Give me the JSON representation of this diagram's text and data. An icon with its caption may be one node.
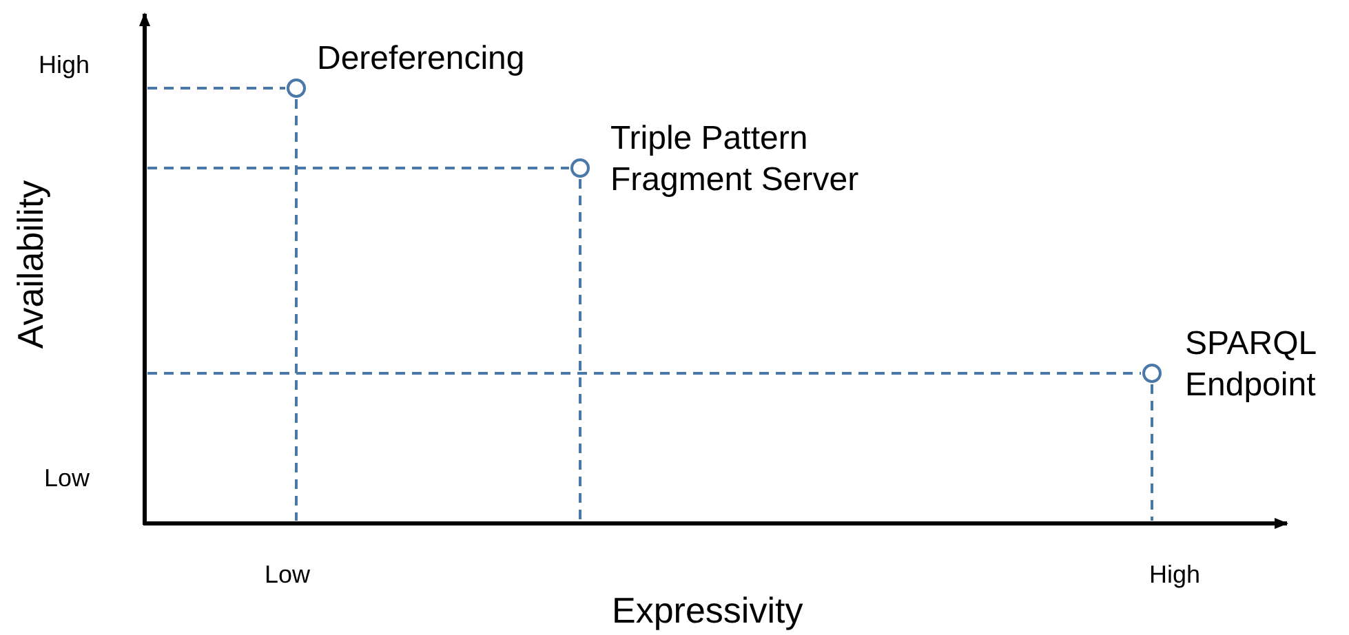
{
  "diagram": {
    "nodes": [
      {
        "text": [],
        "shape": "circle",
        "beside": [
          "Dereferencing"
        ]
      },
      {
        "text": [],
        "shape": "circle",
        "beside": [
          "Triple Pattern Fragment Server"
        ]
      },
      {
        "text": [],
        "shape": "circle",
        "beside": [
          "SPARQL Endpoint"
        ]
      }
    ],
    "labels": [
      "High",
      "Availability",
      "Low",
      "Low",
      "High",
      "Expressivity"
    ]
  }
}
